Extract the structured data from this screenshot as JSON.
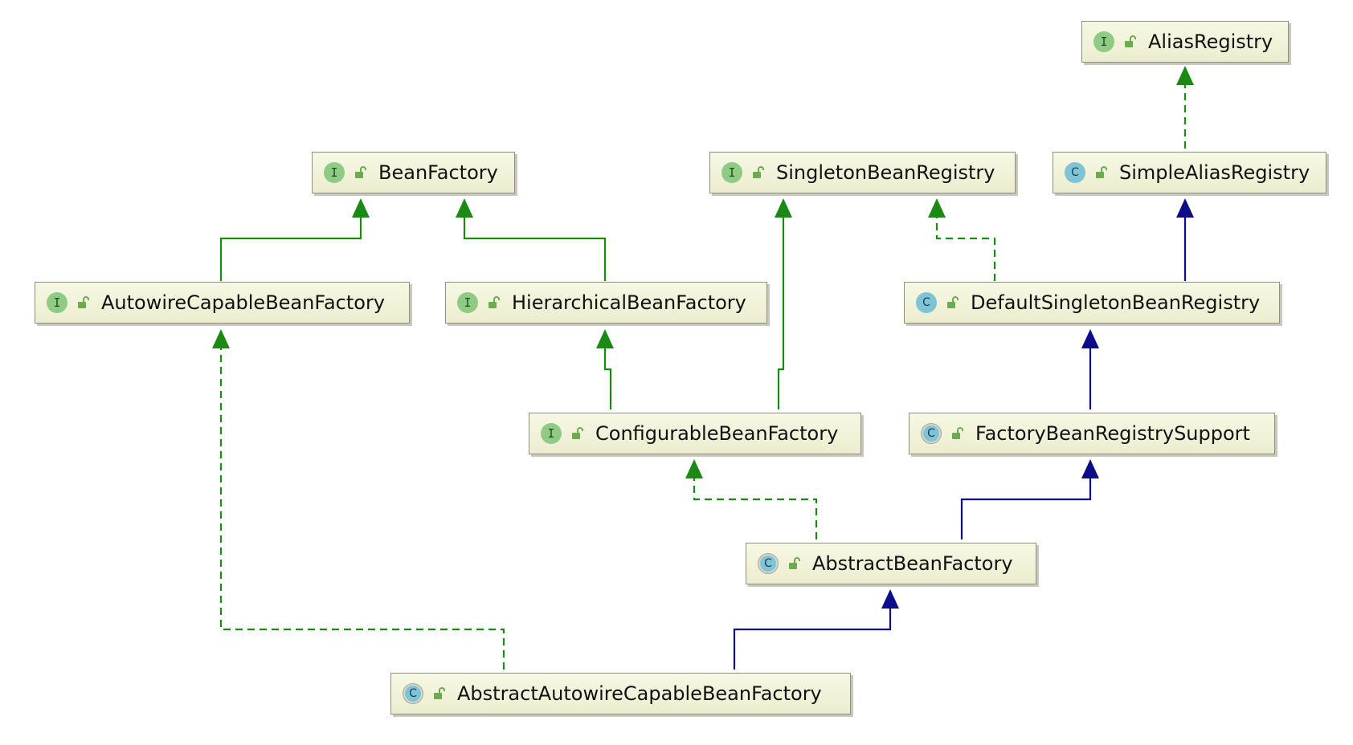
{
  "diagram": {
    "nodes": [
      {
        "id": "AliasRegistry",
        "label": "AliasRegistry",
        "kind": "I"
      },
      {
        "id": "BeanFactory",
        "label": "BeanFactory",
        "kind": "I"
      },
      {
        "id": "SingletonBeanRegistry",
        "label": "SingletonBeanRegistry",
        "kind": "I"
      },
      {
        "id": "SimpleAliasRegistry",
        "label": "SimpleAliasRegistry",
        "kind": "C"
      },
      {
        "id": "AutowireCapableBeanFactory",
        "label": "AutowireCapableBeanFactory",
        "kind": "I"
      },
      {
        "id": "HierarchicalBeanFactory",
        "label": "HierarchicalBeanFactory",
        "kind": "I"
      },
      {
        "id": "DefaultSingletonBeanRegistry",
        "label": "DefaultSingletonBeanRegistry",
        "kind": "C"
      },
      {
        "id": "ConfigurableBeanFactory",
        "label": "ConfigurableBeanFactory",
        "kind": "I"
      },
      {
        "id": "FactoryBeanRegistrySupport",
        "label": "FactoryBeanRegistrySupport",
        "kind": "A"
      },
      {
        "id": "AbstractBeanFactory",
        "label": "AbstractBeanFactory",
        "kind": "A"
      },
      {
        "id": "AbstractAutowireCapableBeanFactory",
        "label": "AbstractAutowireCapableBeanFactory",
        "kind": "A"
      }
    ],
    "edges": [
      {
        "from": "SimpleAliasRegistry",
        "to": "AliasRegistry",
        "type": "implements"
      },
      {
        "from": "AutowireCapableBeanFactory",
        "to": "BeanFactory",
        "type": "interface-extends"
      },
      {
        "from": "HierarchicalBeanFactory",
        "to": "BeanFactory",
        "type": "interface-extends"
      },
      {
        "from": "DefaultSingletonBeanRegistry",
        "to": "SingletonBeanRegistry",
        "type": "implements"
      },
      {
        "from": "DefaultSingletonBeanRegistry",
        "to": "SimpleAliasRegistry",
        "type": "class-extends"
      },
      {
        "from": "ConfigurableBeanFactory",
        "to": "HierarchicalBeanFactory",
        "type": "interface-extends"
      },
      {
        "from": "ConfigurableBeanFactory",
        "to": "SingletonBeanRegistry",
        "type": "interface-extends"
      },
      {
        "from": "FactoryBeanRegistrySupport",
        "to": "DefaultSingletonBeanRegistry",
        "type": "class-extends"
      },
      {
        "from": "AbstractBeanFactory",
        "to": "ConfigurableBeanFactory",
        "type": "implements"
      },
      {
        "from": "AbstractBeanFactory",
        "to": "FactoryBeanRegistrySupport",
        "type": "class-extends"
      },
      {
        "from": "AbstractAutowireCapableBeanFactory",
        "to": "AbstractBeanFactory",
        "type": "class-extends"
      },
      {
        "from": "AbstractAutowireCapableBeanFactory",
        "to": "AutowireCapableBeanFactory",
        "type": "implements"
      }
    ],
    "badge_letters": {
      "I": "I",
      "C": "C",
      "A": "C"
    },
    "colors": {
      "interface_edge": "#1a8a14",
      "class_edge": "#0d0d8c",
      "interface_badge": "#8fcb84",
      "class_badge": "#7ec3d6",
      "lock_icon": "#6cab4f"
    }
  }
}
